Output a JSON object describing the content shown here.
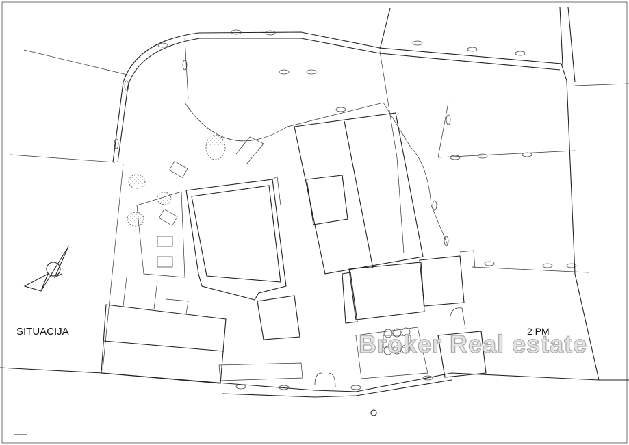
{
  "drawing": {
    "title": "SITUACIJA",
    "parcel_label": "2 PM",
    "watermark": "Broker Real estate",
    "line_color": "#222222",
    "watermark_color": "#c4c4c4"
  }
}
